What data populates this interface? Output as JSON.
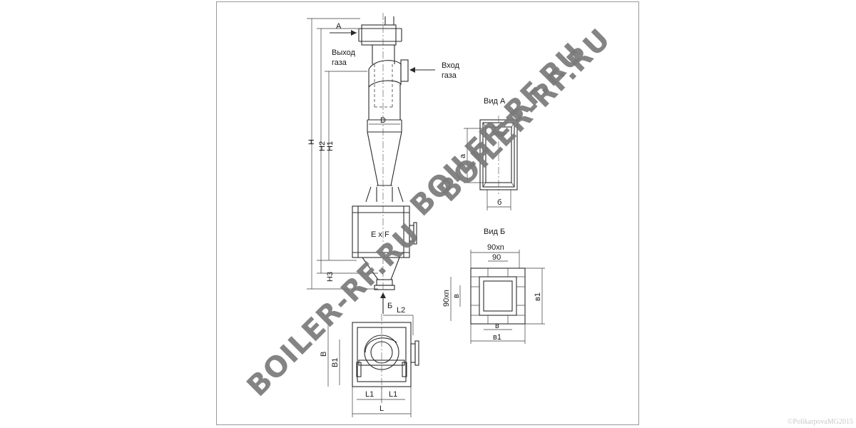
{
  "drawing": {
    "labels": {
      "A": "А",
      "gas_out_1": "Выход",
      "gas_out_2": "газа",
      "gas_in_1": "Вход",
      "gas_in_2": "газа",
      "D": "D",
      "H": "H",
      "H1": "H1",
      "H2": "H2",
      "H3": "H3",
      "ExF": "E x F",
      "B_arrow": "Б",
      "L2": "L2",
      "B": "B",
      "B1": "B1",
      "L1": "L1",
      "L": "L",
      "view_a": "Вид А",
      "a": "а",
      "b_small": "б",
      "view_b": "Вид Б",
      "90xn_top": "90xn",
      "90": "90",
      "90xn_side": "90xn",
      "v": "в",
      "v1": "в1"
    }
  },
  "watermarks": [
    "BOILER-RF.RU",
    "BOILER-RF.RU",
    "BOILER-RF.RU"
  ],
  "copyright": "©PolikarpovaMG2015"
}
